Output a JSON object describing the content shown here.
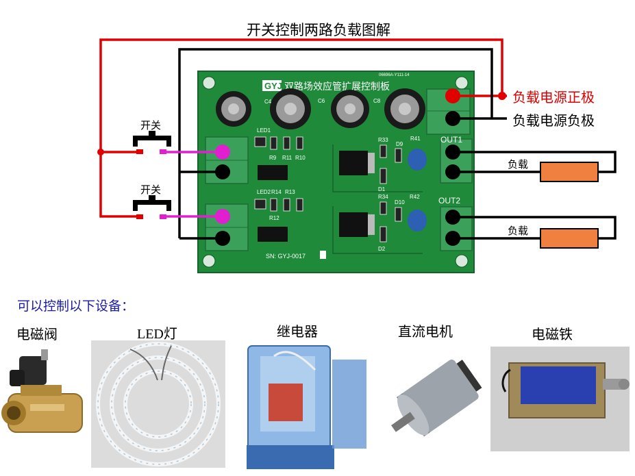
{
  "title": "开关控制两路负载图解",
  "wiring": {
    "power_positive": "负载电源正极",
    "power_negative": "负载电源负极",
    "switch_labels": [
      "开关",
      "开关"
    ],
    "load_labels": [
      "负载",
      "负载"
    ],
    "colors": {
      "positive_wire": "#e00000",
      "negative_wire": "#000000",
      "signal_wire": "#e020d0",
      "load": "#f08040",
      "pcb": "#1e8a3a",
      "terminal": "#3aa05a"
    }
  },
  "board": {
    "brand": "GYJ",
    "title": "双路场效应管扩展控制板",
    "serial": "SN: GYJ-0017",
    "part_id": "GYJ-0017",
    "code": "06696A-Y111-14",
    "out_labels": [
      "OUT1",
      "OUT2"
    ],
    "led_labels": [
      "LED1",
      "LED2"
    ],
    "component_labels": [
      "C4",
      "C6",
      "C8",
      "R9",
      "R11",
      "R10",
      "R14",
      "R13",
      "R12",
      "R33",
      "D9",
      "R41",
      "R34",
      "D10",
      "R42",
      "D1",
      "D2"
    ]
  },
  "devices": {
    "heading": "可以控制以下设备：",
    "items": [
      {
        "name": "电磁阀",
        "icon": "solenoid-valve-icon"
      },
      {
        "name": "LED灯",
        "icon": "led-ring-lamp-icon"
      },
      {
        "name": "继电器",
        "icon": "relay-icon"
      },
      {
        "name": "直流电机",
        "icon": "dc-motor-icon"
      },
      {
        "name": "电磁铁",
        "icon": "electromagnet-icon"
      }
    ]
  }
}
